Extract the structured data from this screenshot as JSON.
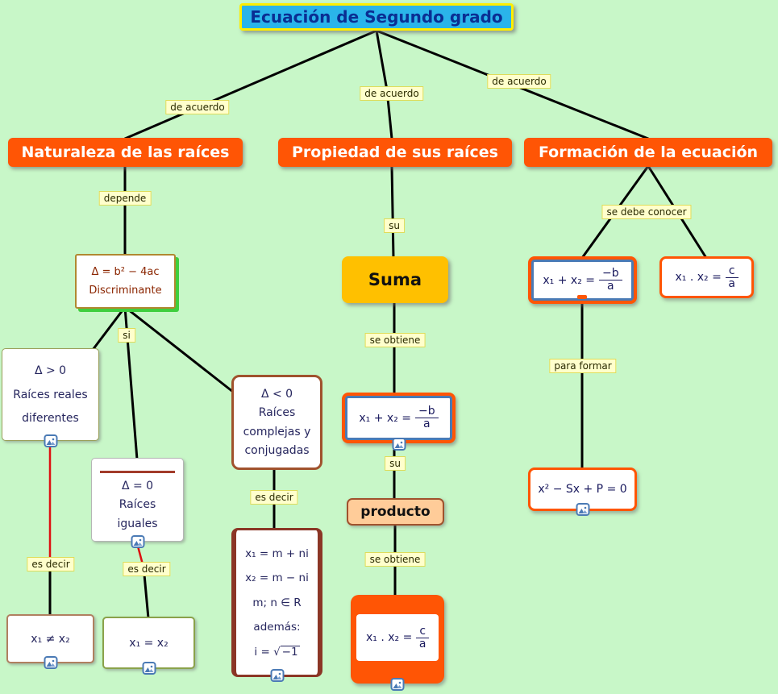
{
  "colors": {
    "background": "#c8f7c8",
    "title_bg": "#2ab4ea",
    "title_border": "#ffee00",
    "branch_bg": "#ff5505",
    "suma_bg": "#ffc000",
    "producto_bg": "#ffcc99",
    "formula_inner_border": "#4a7ab5",
    "connector_black": "#000000",
    "connector_red": "#dd1111",
    "label_bg": "#ffffcc"
  },
  "title": "Ecuación de Segundo grado",
  "branches": {
    "naturaleza": "Naturaleza de las raíces",
    "propiedad": "Propiedad de sus raíces",
    "formacion": "Formación de la ecuación"
  },
  "labels": {
    "de_acuerdo_left": "de acuerdo",
    "de_acuerdo_center": "de acuerdo",
    "de_acuerdo_right": "de acuerdo",
    "depende": "depende",
    "si": "si",
    "su_suma": "su",
    "se_obtiene_suma": "se obtiene",
    "su_producto": "su",
    "se_obtiene_producto": "se obtiene",
    "se_debe_conocer": "se debe conocer",
    "para_formar": "para formar",
    "es_decir_left": "es decir",
    "es_decir_mid": "es decir",
    "es_decir_right": "es decir"
  },
  "nodes": {
    "discriminante": {
      "formula": "Δ = b² − 4ac",
      "caption": "Discriminante"
    },
    "delta_pos": {
      "l1": "Δ > 0",
      "l2": "Raíces reales",
      "l3": "diferentes"
    },
    "delta_zero": {
      "l1": "Δ = 0",
      "l2": "Raíces",
      "l3": "iguales"
    },
    "delta_neg": {
      "l1": "Δ < 0",
      "l2": "Raíces",
      "l3": "complejas y",
      "l4": "conjugadas"
    },
    "x1_neq_x2": "x₁ ≠ x₂",
    "x1_eq_x2": "x₁ = x₂",
    "complex": {
      "l1": "x₁ = m + ni",
      "l2": "x₂ = m − ni",
      "l3": "m; n ∈ R",
      "l4": "además:",
      "l5a": "i = √",
      "l5b": "−1"
    },
    "suma": "Suma",
    "producto": "producto",
    "suma_formula": {
      "lhs": "x₁ + x₂ =",
      "num": "−b",
      "den": "a"
    },
    "producto_formula": {
      "lhs": "x₁ . x₂ =",
      "num": "c",
      "den": "a"
    },
    "form_suma": {
      "lhs": "x₁ + x₂ =",
      "num": "−b",
      "den": "a"
    },
    "form_producto": {
      "lhs": "x₁ . x₂ =",
      "num": "c",
      "den": "a"
    },
    "ecuacion": "x² − Sx + P = 0"
  },
  "icons": {
    "resource": "resource-icon"
  }
}
